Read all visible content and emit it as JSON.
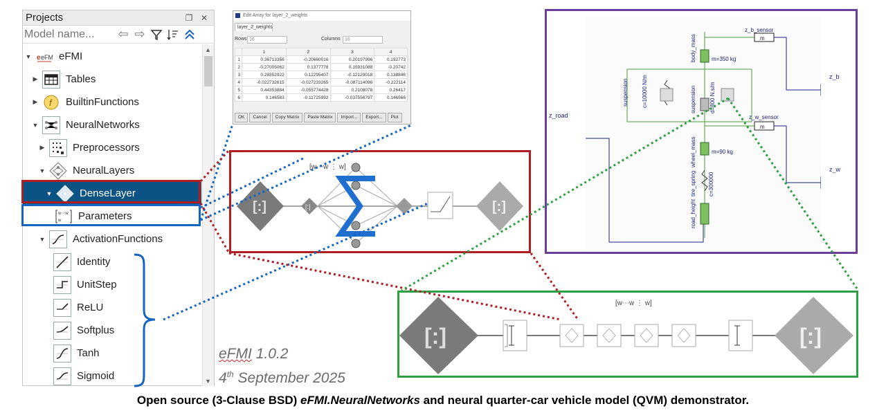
{
  "panel": {
    "title": "Projects",
    "search_placeholder": "Model name...",
    "items": [
      {
        "label": "eFMI",
        "icon": "efmi-icon",
        "badge": "eFMI"
      },
      {
        "label": "Tables",
        "icon": "table-icon"
      },
      {
        "label": "BuiltinFunctions",
        "icon": "function-icon"
      },
      {
        "label": "NeuralNetworks",
        "icon": "neural-network-icon"
      },
      {
        "label": "Preprocessors",
        "icon": "preprocessor-icon"
      },
      {
        "label": "NeuralLayers",
        "icon": "neural-layer-icon"
      },
      {
        "label": "DenseLayer",
        "icon": "dense-layer-icon"
      },
      {
        "label": "Parameters",
        "icon": "matrix-icon"
      },
      {
        "label": "ActivationFunctions",
        "icon": "activation-icon"
      },
      {
        "label": "Identity",
        "icon": "identity-icon"
      },
      {
        "label": "UnitStep",
        "icon": "unitstep-icon"
      },
      {
        "label": "ReLU",
        "icon": "relu-icon"
      },
      {
        "label": "Softplus",
        "icon": "softplus-icon"
      },
      {
        "label": "Tanh",
        "icon": "tanh-icon"
      },
      {
        "label": "Sigmoid",
        "icon": "sigmoid-icon"
      }
    ]
  },
  "dialog": {
    "title": "Edit Array for layer_2_weights",
    "tab": "layer_2_weights",
    "rows_label": "Rows",
    "rows_value": "16",
    "cols_label": "Columns",
    "cols_value": "16",
    "headers": [
      "",
      "1",
      "2",
      "3",
      "4"
    ],
    "rows": [
      [
        "1",
        "0.36713356",
        "-0.20660016",
        "0.20197996",
        "0.192773"
      ],
      [
        "2",
        "-0.27005062",
        "0.1377778",
        "0.15931088",
        "-0.20742"
      ],
      [
        "3",
        "0.28352922",
        "0.12295407",
        "-0.12129018",
        "0.138846"
      ],
      [
        "4",
        "-0.022732615",
        "-0.027233265",
        "-0.087114096",
        "-0.222114"
      ],
      [
        "5",
        "0.44353884",
        "-0.055774428",
        "0.2108078",
        "0.26417"
      ],
      [
        "6",
        "0.146583",
        "-0.11725992",
        "-0.037556797",
        "0.146566"
      ]
    ],
    "buttons": [
      "OK",
      "Cancel",
      "Copy Matrix",
      "Paste Matrix",
      "Import...",
      "Export...",
      "Plot"
    ]
  },
  "qvm": {
    "labels": {
      "z_b_sensor": "z_b_sensor",
      "z_w_sensor": "z_w_sensor",
      "z_b": "z_b",
      "z_w": "z_w",
      "z_road": "z_road",
      "body_mass": "body_mass",
      "body_m": "m=350 kg",
      "suspension_spring": "suspension",
      "suspension_c": "c=10000 N/m",
      "suspension_damper": "suspension",
      "suspension_d": "d=800 N.s/m",
      "wheel_mass": "wheel_mass",
      "wheel_m": "m=90 kg",
      "tire_spring": "tire_spring",
      "tire_c": "c=300000",
      "road_height": "road_height",
      "sensor_m": "m"
    }
  },
  "matrix_symbol": "[w⋯w ⋮ w]",
  "version": "eFMI 1.0.2",
  "version_parts": {
    "name": "eFMI",
    "number": "1.0.2"
  },
  "date": {
    "day": "4",
    "suffix": "th",
    "rest": "September 2025"
  },
  "caption": {
    "prefix": "Open source (3-Clause BSD) ",
    "emph": "eFMI.NeuralNetworks",
    "suffix": " and neural quarter-car vehicle model (QVM) demonstrator."
  },
  "colors": {
    "selected": "#0b5384",
    "red_box": "#b01e23",
    "purple_box": "#6a3d9a",
    "green_box": "#2ea043",
    "blue_dots": "#1565c0",
    "sigma": "#1e6fd0"
  }
}
